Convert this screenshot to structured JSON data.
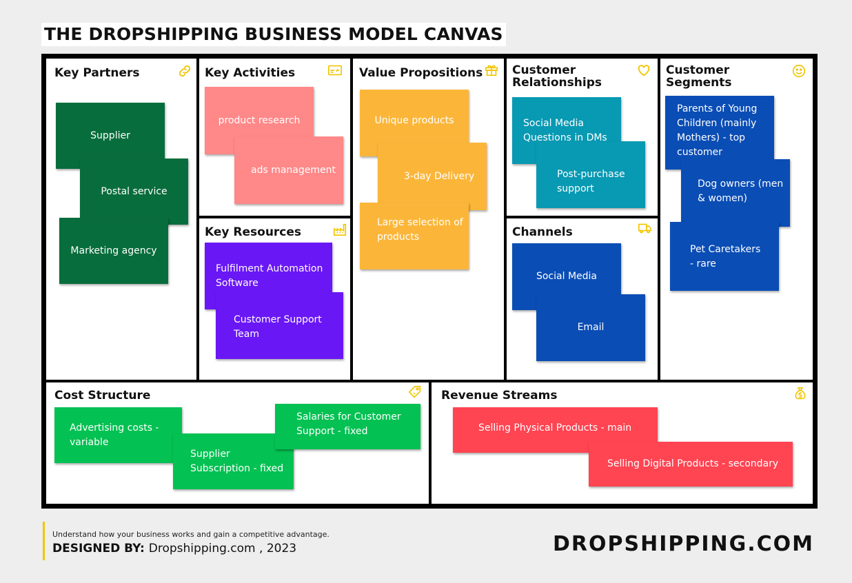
{
  "title": "THE DROPSHIPPING BUSINESS MODEL CANVAS",
  "colors": {
    "accent_icon": "#f2c500",
    "dark_green": "#086d3c",
    "salmon": "#ff8888",
    "orange": "#fbb63a",
    "purple": "#6a17f5",
    "teal": "#0899b3",
    "blue": "#0a4db5",
    "green": "#03c152",
    "red": "#ff4452"
  },
  "sections": {
    "key_partners": {
      "title": "Key Partners",
      "icon": "link-icon",
      "notes": [
        "Supplier",
        "Postal service",
        "Marketing agency"
      ]
    },
    "key_activities": {
      "title": "Key Activities",
      "icon": "card-icon",
      "notes": [
        "product research",
        "ads management"
      ]
    },
    "key_resources": {
      "title": "Key Resources",
      "icon": "factory-icon",
      "notes": [
        "Fulfilment Automation Software",
        "Customer Support Team"
      ]
    },
    "value_propositions": {
      "title": "Value Propositions",
      "icon": "gift-icon",
      "notes": [
        "Unique products",
        "3-day Delivery",
        "Large selection of products"
      ]
    },
    "customer_relationships": {
      "title": "Customer Relationships",
      "icon": "heart-icon",
      "notes": [
        "Social Media Questions in DMs",
        "Post-purchase support"
      ]
    },
    "channels": {
      "title": "Channels",
      "icon": "truck-icon",
      "notes": [
        "Social Media",
        "Email"
      ]
    },
    "customer_segments": {
      "title": "Customer Segments",
      "icon": "smiley-icon",
      "notes": [
        "Parents of Young Children (mainly Mothers) - top customer",
        "Dog owners (men & women)",
        "Pet Caretakers - rare"
      ]
    },
    "cost_structure": {
      "title": "Cost Structure",
      "icon": "tag-icon",
      "notes": [
        "Advertising costs - variable",
        "Supplier Subscription - fixed",
        "Salaries for Customer Support - fixed"
      ]
    },
    "revenue_streams": {
      "title": "Revenue Streams",
      "icon": "money-bag-icon",
      "notes": [
        "Selling Physical Products - main",
        "Selling Digital Products - secondary"
      ]
    }
  },
  "footer": {
    "tagline": "Understand how your business works and gain a competitive advantage.",
    "designed_label": "DESIGNED BY:",
    "designed_value": "Dropshipping.com , 2023",
    "brand": "DROPSHIPPING.COM"
  }
}
